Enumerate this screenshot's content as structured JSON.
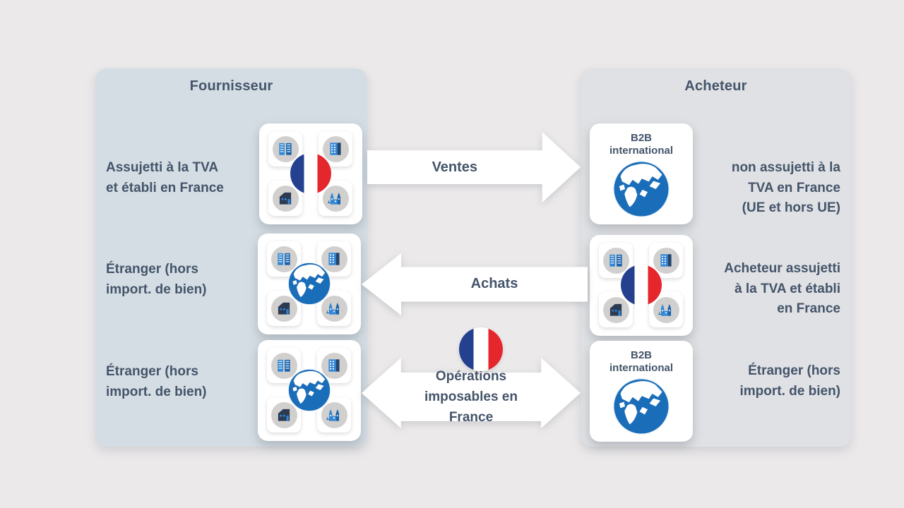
{
  "page": {
    "background": "#ebe9ea"
  },
  "colors": {
    "left_panel_bg": "#d4dde3",
    "right_panel_bg": "#dfe1e4",
    "text": "#44546a",
    "arrow_fill": "#ffffff",
    "flag_blue": "#24408f",
    "flag_red": "#e5262d",
    "globe_blue": "#1a6db8",
    "building_blue": "#2f86d6",
    "tile_circle_gray": "#d2d0ce"
  },
  "left_panel": {
    "title": "Fournisseur",
    "rows": [
      {
        "label": "Assujetti à la TVA\net établi en France",
        "icon": "buildings-french-flag-icon"
      },
      {
        "label": "Étranger  (hors\nimport. de bien)",
        "icon": "buildings-globe-icon"
      },
      {
        "label": "Étranger  (hors\nimport. de bien)",
        "icon": "buildings-globe-icon"
      }
    ]
  },
  "right_panel": {
    "title": "Acheteur",
    "rows": [
      {
        "label": "non assujetti à la\nTVA en France\n(UE et hors UE)",
        "badge": "B2B\ninternational",
        "icon": "b2b-globe-icon"
      },
      {
        "label": "Acheteur assujetti\nà la TVA et établi\nen France",
        "icon": "buildings-french-flag-icon"
      },
      {
        "label": "Étranger  (hors\nimport. de bien)",
        "badge": "B2B\ninternational",
        "icon": "b2b-globe-icon"
      }
    ]
  },
  "arrows": [
    {
      "label": "Ventes",
      "direction": "right"
    },
    {
      "label": "Achats",
      "direction": "left"
    },
    {
      "label": "Opérations imposables en\nFrance",
      "direction": "both"
    }
  ],
  "icons": {
    "flag": "french-flag-circle-icon",
    "globe": "globe-icon",
    "tiles": [
      "twin-towers-icon",
      "office-building-icon",
      "house-icon",
      "castle-icon"
    ]
  }
}
